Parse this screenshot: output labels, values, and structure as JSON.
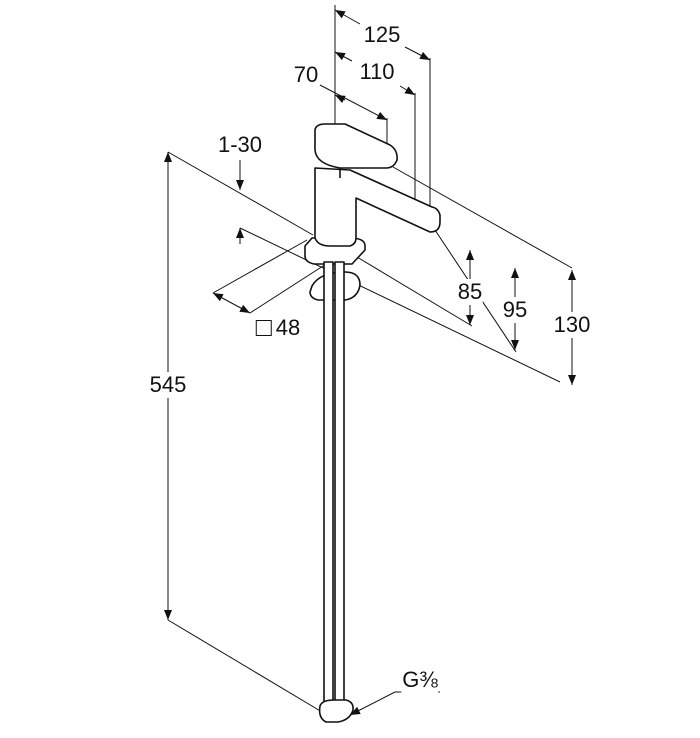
{
  "drawing": {
    "dimensions": {
      "d125": "125",
      "d110": "110",
      "d70": "70",
      "d1_30": "1-30",
      "d48": "48",
      "d85": "85",
      "d95": "95",
      "d130": "130",
      "d545": "545",
      "thread": "G⅜"
    },
    "line_color": "#111111"
  }
}
